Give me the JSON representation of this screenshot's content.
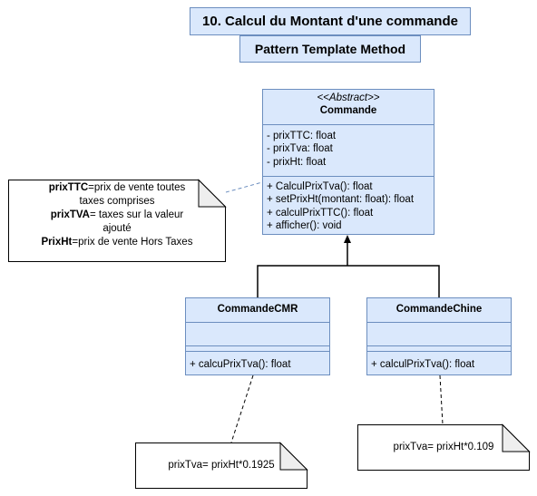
{
  "titles": {
    "main": "10. Calcul du Montant d'une commande",
    "sub": "Pattern Template Method"
  },
  "commande": {
    "stereotype": "<<Abstract>>",
    "name": "Commande",
    "attributes": [
      "- prixTTC: float",
      "- prixTva: float",
      "- prixHt: float"
    ],
    "methods": [
      "+ CalculPrixTva(): float",
      "+ setPrixHt(montant: float): float",
      "+ calculPrixTTC(): float",
      "+ afficher(): void"
    ]
  },
  "commande_cmr": {
    "name": "CommandeCMR",
    "methods": [
      "+ calcuPrixTva(): float"
    ]
  },
  "commande_chine": {
    "name": "CommandeChine",
    "methods": [
      "+ calculPrixTva(): float"
    ]
  },
  "legend_note": {
    "l1_key": "prixTTC",
    "l1_val": "=prix de vente toutes",
    "l2": "taxes comprises",
    "l3_key": "prixTVA",
    "l3_val": "= taxes sur la valeur",
    "l4": "ajouté",
    "l5_key": "PrixHt",
    "l5_val": "=prix de vente Hors Taxes"
  },
  "cmr_note": {
    "text": "prixTva= prixHt*0.1925"
  },
  "chine_note": {
    "text": "prixTva= prixHt*0.109"
  },
  "colors": {
    "fill": "#dae8fc",
    "stroke": "#6c8ebf",
    "note_stroke": "#000000",
    "note_fold": "#eeeeee"
  }
}
